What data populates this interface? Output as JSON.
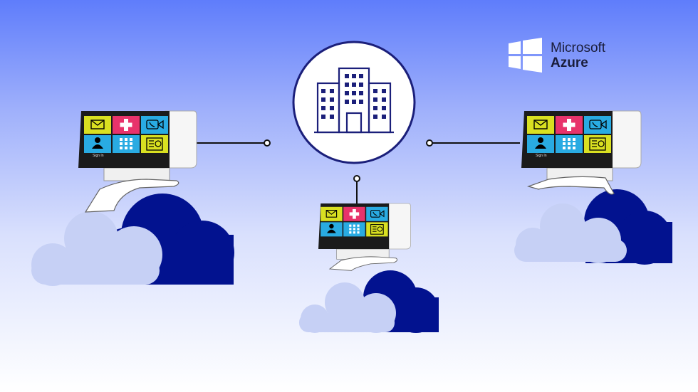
{
  "brand": {
    "line1": "Microsoft",
    "line2": "Azure",
    "logo_icon": "windows-logo-icon",
    "logo_color": "#ffffff"
  },
  "hub": {
    "icon": "hospital-building-icon",
    "ring_color": "#1b1f7a"
  },
  "devices": [
    {
      "name": "terminal-left",
      "screen_caption": "Sign In"
    },
    {
      "name": "terminal-center",
      "screen_caption": ""
    },
    {
      "name": "terminal-right",
      "screen_caption": "Sign In"
    }
  ],
  "tiles": [
    {
      "icon": "envelope-icon",
      "color": "#d9e021"
    },
    {
      "icon": "medical-cross-icon",
      "color": "#e8336b"
    },
    {
      "icon": "video-call-icon",
      "color": "#29abe2"
    },
    {
      "icon": "user-icon",
      "color": "#29abe2"
    },
    {
      "icon": "keypad-icon",
      "color": "#29abe2"
    },
    {
      "icon": "document-icon",
      "color": "#d9e021"
    }
  ],
  "colors": {
    "cloud_dark": "#02128f",
    "cloud_light": "#c6d0f5",
    "connector": "#111111",
    "background_top": "#5f7dfb",
    "background_bottom": "#ffffff"
  }
}
